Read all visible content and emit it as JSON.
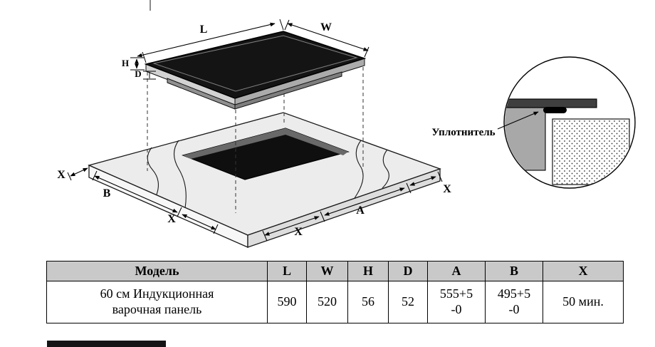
{
  "diagram": {
    "labels": {
      "L": "L",
      "W": "W",
      "H": "H",
      "D": "D",
      "A": "A",
      "B": "B",
      "X": "X",
      "seal": "Уплотнитель"
    }
  },
  "table": {
    "headers": [
      "Модель",
      "L",
      "W",
      "H",
      "D",
      "A",
      "B",
      "X"
    ],
    "rows": [
      {
        "model": "60 см Индукционная\nварочная панель",
        "L": "590",
        "W": "520",
        "H": "56",
        "D": "52",
        "A": "555+5\n-0",
        "B": "495+5\n-0",
        "X": "50 мин."
      }
    ]
  },
  "colors": {
    "table_header_bg": "#c9c9c9",
    "glass_black": "#141414",
    "countertop_gray": "#ececec",
    "line": "#000000"
  }
}
